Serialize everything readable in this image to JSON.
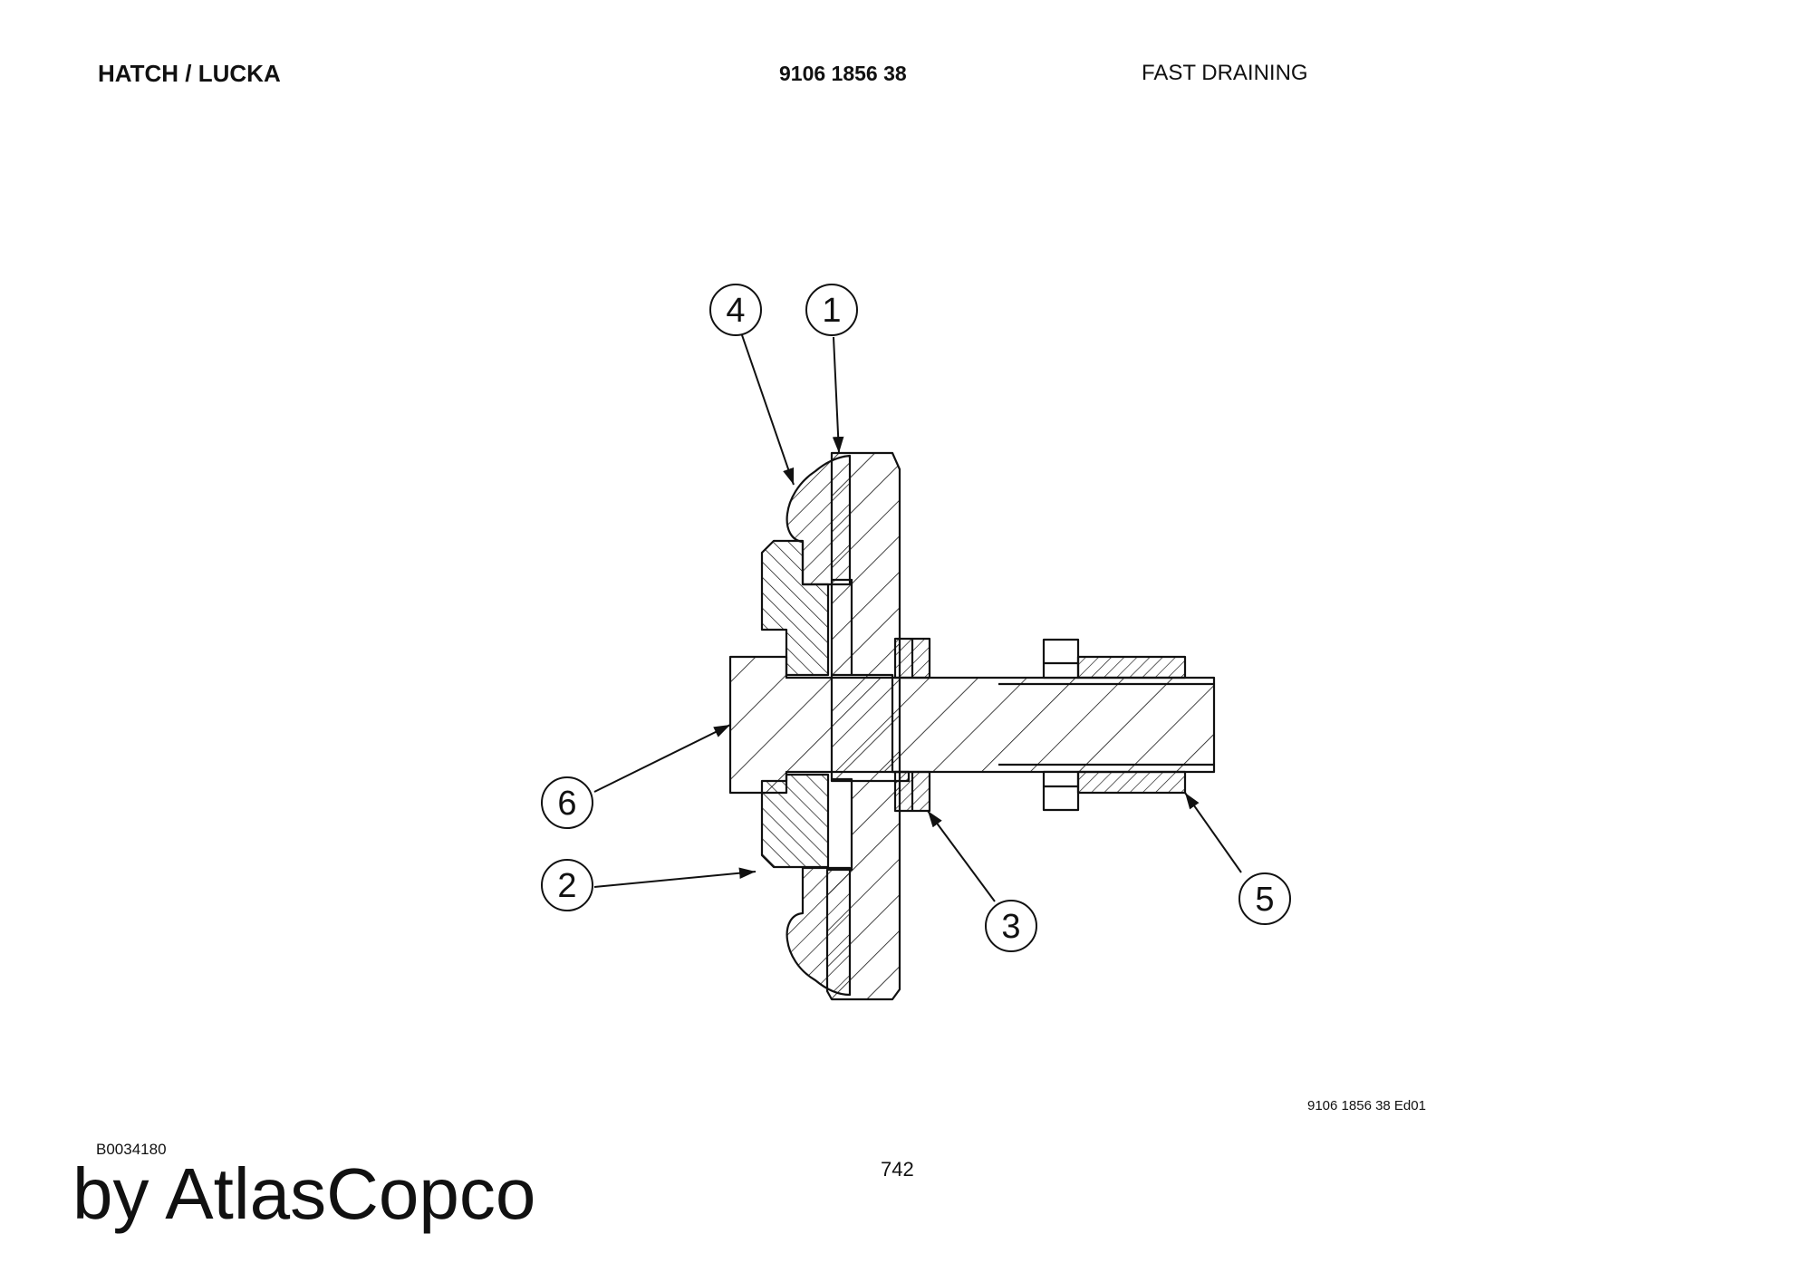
{
  "header": {
    "title_left": "HATCH / LUCKA",
    "part_number": "9106 1856 38",
    "description": "FAST DRAINING"
  },
  "drawing": {
    "callouts": [
      {
        "label": "4"
      },
      {
        "label": "1"
      },
      {
        "label": "6"
      },
      {
        "label": "2"
      },
      {
        "label": "3"
      },
      {
        "label": "5"
      }
    ],
    "reference": "9106 1856 38 Ed01"
  },
  "footer": {
    "drawing_code": "B0034180",
    "brand": "by AtlasCopco",
    "page_number": "742"
  }
}
